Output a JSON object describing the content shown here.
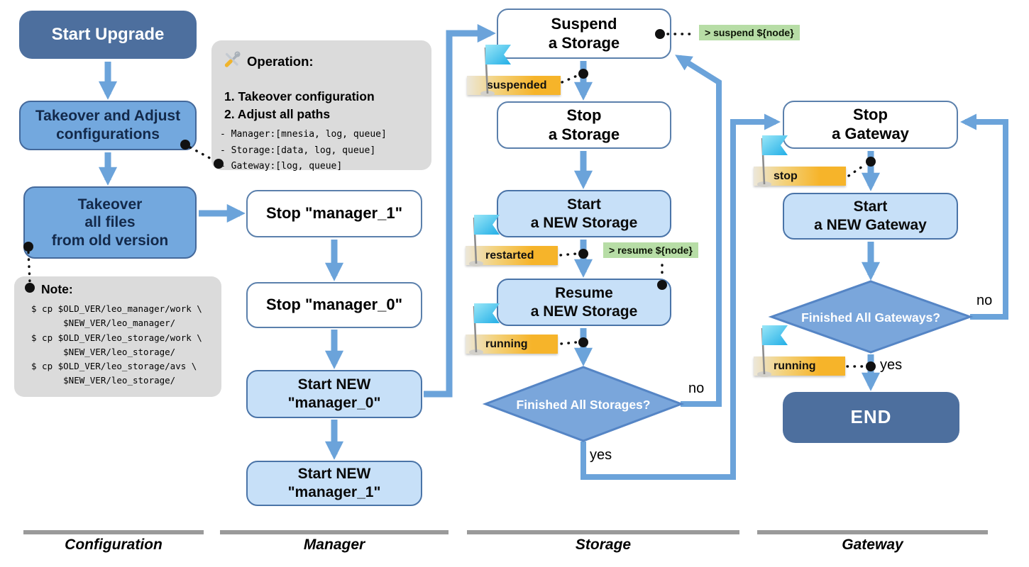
{
  "colors": {
    "arrow_blue": "#6ba3da",
    "dark_box": "#4d6f9e",
    "mid_box": "#73a8de",
    "light_box": "#c7e0f8",
    "diamond_fill": "#7aa6db",
    "note_gray": "#dbdbdb",
    "flag_orange": "#f6b42a",
    "cmd_green": "#b7dda6",
    "flag_cyan": "#3ec6ee"
  },
  "config": {
    "start_label": "Start Upgrade",
    "takeover_adjust_label": "Takeover and Adjust\nconfigurations",
    "takeover_files_label": "Takeover\nall files\nfrom old version"
  },
  "operation_note": {
    "icon": "hammer-wrench-icon",
    "title": "Operation:",
    "steps": "1. Takeover configuration\n2. Adjust all paths",
    "paths": "- Manager:[mnesia, log, queue]\n- Storage:[data, log, queue]\n- Gateway:[log, queue]"
  },
  "file_note": {
    "title": "Note:",
    "commands": "$ cp $OLD_VER/leo_manager/work \\\n      $NEW_VER/leo_manager/\n$ cp $OLD_VER/leo_storage/work \\\n      $NEW_VER/leo_storage/\n$ cp $OLD_VER/leo_storage/avs \\\n      $NEW_VER/leo_storage/"
  },
  "manager": {
    "stop_manager_1": "Stop \"manager_1\"",
    "stop_manager_0": "Stop \"manager_0\"",
    "start_manager_0": "Start NEW\n\"manager_0\"",
    "start_manager_1": "Start NEW\n\"manager_1\""
  },
  "storage": {
    "suspend": "Suspend\na Storage",
    "stop": "Stop\na Storage",
    "start": "Start\na NEW Storage",
    "resume": "Resume\na NEW Storage",
    "decision": "Finished All Storages?",
    "no_label": "no",
    "yes_label": "yes",
    "cmd_suspend": "> suspend ${node}",
    "cmd_resume": "> resume ${node}",
    "flag_suspended": "suspended",
    "flag_restarted": "restarted",
    "flag_running": "running"
  },
  "gateway": {
    "stop": "Stop\na Gateway",
    "start": "Start\na NEW Gateway",
    "decision": "Finished All Gateways?",
    "no_label": "no",
    "yes_label": "yes",
    "flag_stop": "stop",
    "flag_running": "running",
    "end_label": "END"
  },
  "lanes": [
    {
      "label": "Configuration"
    },
    {
      "label": "Manager"
    },
    {
      "label": "Storage"
    },
    {
      "label": "Gateway"
    }
  ]
}
